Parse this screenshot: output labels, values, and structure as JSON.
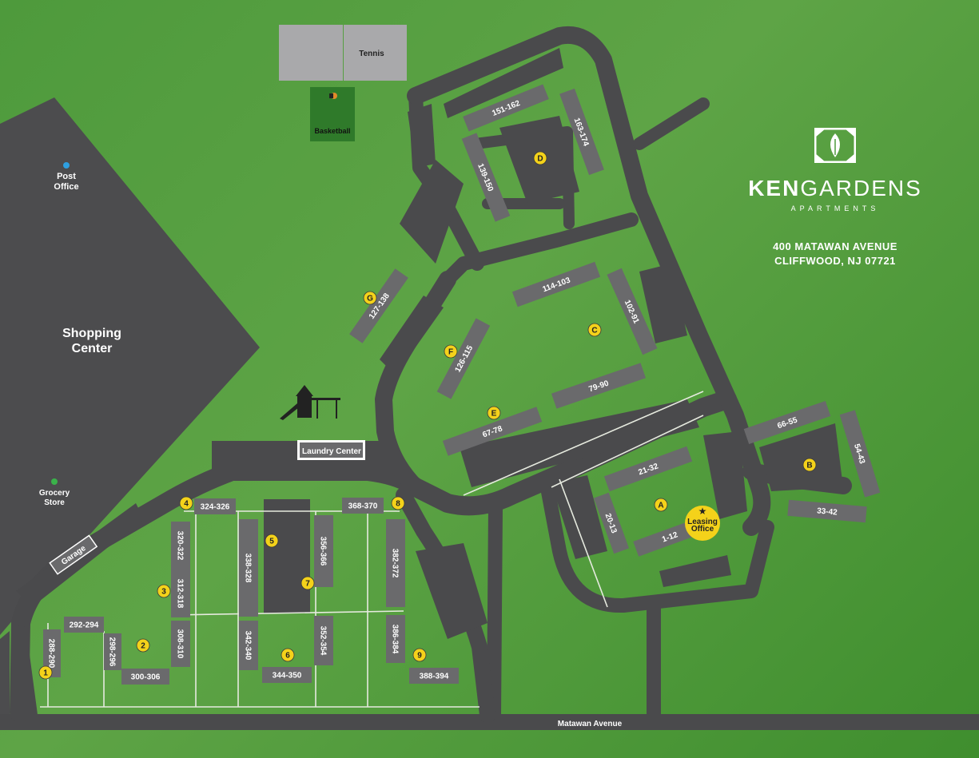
{
  "brand": {
    "name_bold": "KEN",
    "name_rest": "GARDENS",
    "subtitle": "APARTMENTS",
    "address_line1": "400 MATAWAN AVENUE",
    "address_line2": "CLIFFWOOD, NJ 07721",
    "logo_icon": "leaf-diamond-icon"
  },
  "places": {
    "shopping": [
      "Shopping",
      "Center"
    ],
    "post_office": [
      "Post",
      "Office"
    ],
    "grocery": [
      "Grocery",
      "Store"
    ],
    "tennis": "Tennis",
    "basketball": "Basketball",
    "laundry": "Laundry Center",
    "garage": "Garage",
    "road": "Matawan Avenue",
    "leasing": [
      "Leasing",
      "Office"
    ]
  },
  "markers": [
    {
      "id": "1",
      "label": "1"
    },
    {
      "id": "2",
      "label": "2"
    },
    {
      "id": "3",
      "label": "3"
    },
    {
      "id": "4",
      "label": "4"
    },
    {
      "id": "5",
      "label": "5"
    },
    {
      "id": "6",
      "label": "6"
    },
    {
      "id": "7",
      "label": "7"
    },
    {
      "id": "8",
      "label": "8"
    },
    {
      "id": "9",
      "label": "9"
    },
    {
      "id": "A",
      "label": "A"
    },
    {
      "id": "B",
      "label": "B"
    },
    {
      "id": "C",
      "label": "C"
    },
    {
      "id": "D",
      "label": "D"
    },
    {
      "id": "E",
      "label": "E"
    },
    {
      "id": "F",
      "label": "F"
    },
    {
      "id": "G",
      "label": "G"
    }
  ],
  "buildings": [
    "151-162",
    "163-174",
    "139-150",
    "127-138",
    "126-115",
    "114-103",
    "102-91",
    "79-90",
    "67-78",
    "66-55",
    "54-43",
    "33-42",
    "21-32",
    "20-13",
    "1-12",
    "324-326",
    "320-322",
    "312-318",
    "308-310",
    "292-294",
    "288-290",
    "298-296",
    "300-306",
    "338-328",
    "342-340",
    "344-350",
    "356-366",
    "352-354",
    "368-370",
    "382-372",
    "386-384",
    "388-394"
  ],
  "colors": {
    "grass": "#5ea446",
    "road": "#4a4a4c",
    "building": "#6a6a6c",
    "marker": "#f4d21a",
    "pad": "#b5b5b5"
  }
}
